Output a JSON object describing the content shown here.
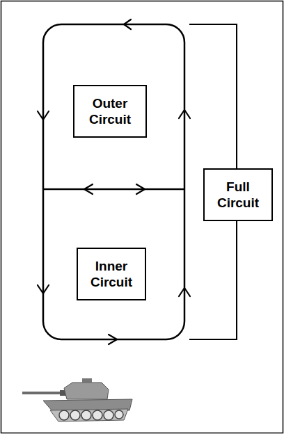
{
  "diagram": {
    "nodes": [
      {
        "text": [
          "Outer Circuit"
        ]
      },
      {
        "text": [
          "Inner Circuit"
        ]
      },
      {
        "text": [
          "Full Circuit"
        ]
      }
    ]
  }
}
